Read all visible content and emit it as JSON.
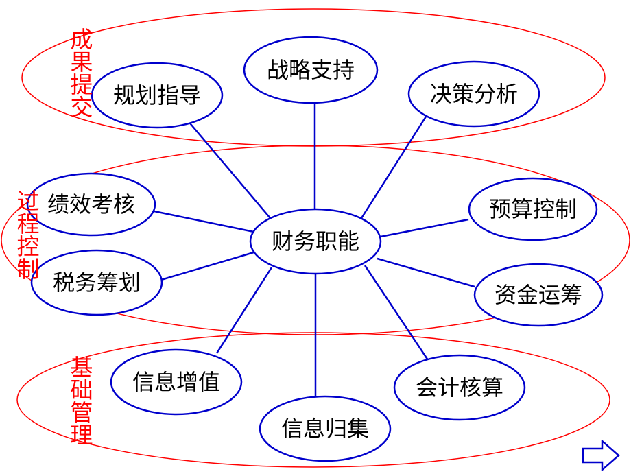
{
  "colors": {
    "group_outline": "#ff0000",
    "node_outline": "#0000cc",
    "connector": "#0000cc",
    "label": "#ff0000",
    "text": "#000000"
  },
  "groups": [
    {
      "id": "results",
      "label": "成果提交"
    },
    {
      "id": "process",
      "label": "过程控制"
    },
    {
      "id": "foundation",
      "label": "基础管理"
    }
  ],
  "center": {
    "label": "财务职能"
  },
  "nodes": [
    {
      "id": "strategy",
      "label": "战略支持"
    },
    {
      "id": "planning",
      "label": "规划指导"
    },
    {
      "id": "decision",
      "label": "决策分析"
    },
    {
      "id": "performance",
      "label": "绩效考核"
    },
    {
      "id": "budget",
      "label": "预算控制"
    },
    {
      "id": "tax",
      "label": "税务筹划"
    },
    {
      "id": "funds",
      "label": "资金运筹"
    },
    {
      "id": "info-value",
      "label": "信息增值"
    },
    {
      "id": "info-collect",
      "label": "信息归集"
    },
    {
      "id": "accounting",
      "label": "会计核算"
    }
  ],
  "nav": {
    "icon": "right-arrow-icon"
  }
}
